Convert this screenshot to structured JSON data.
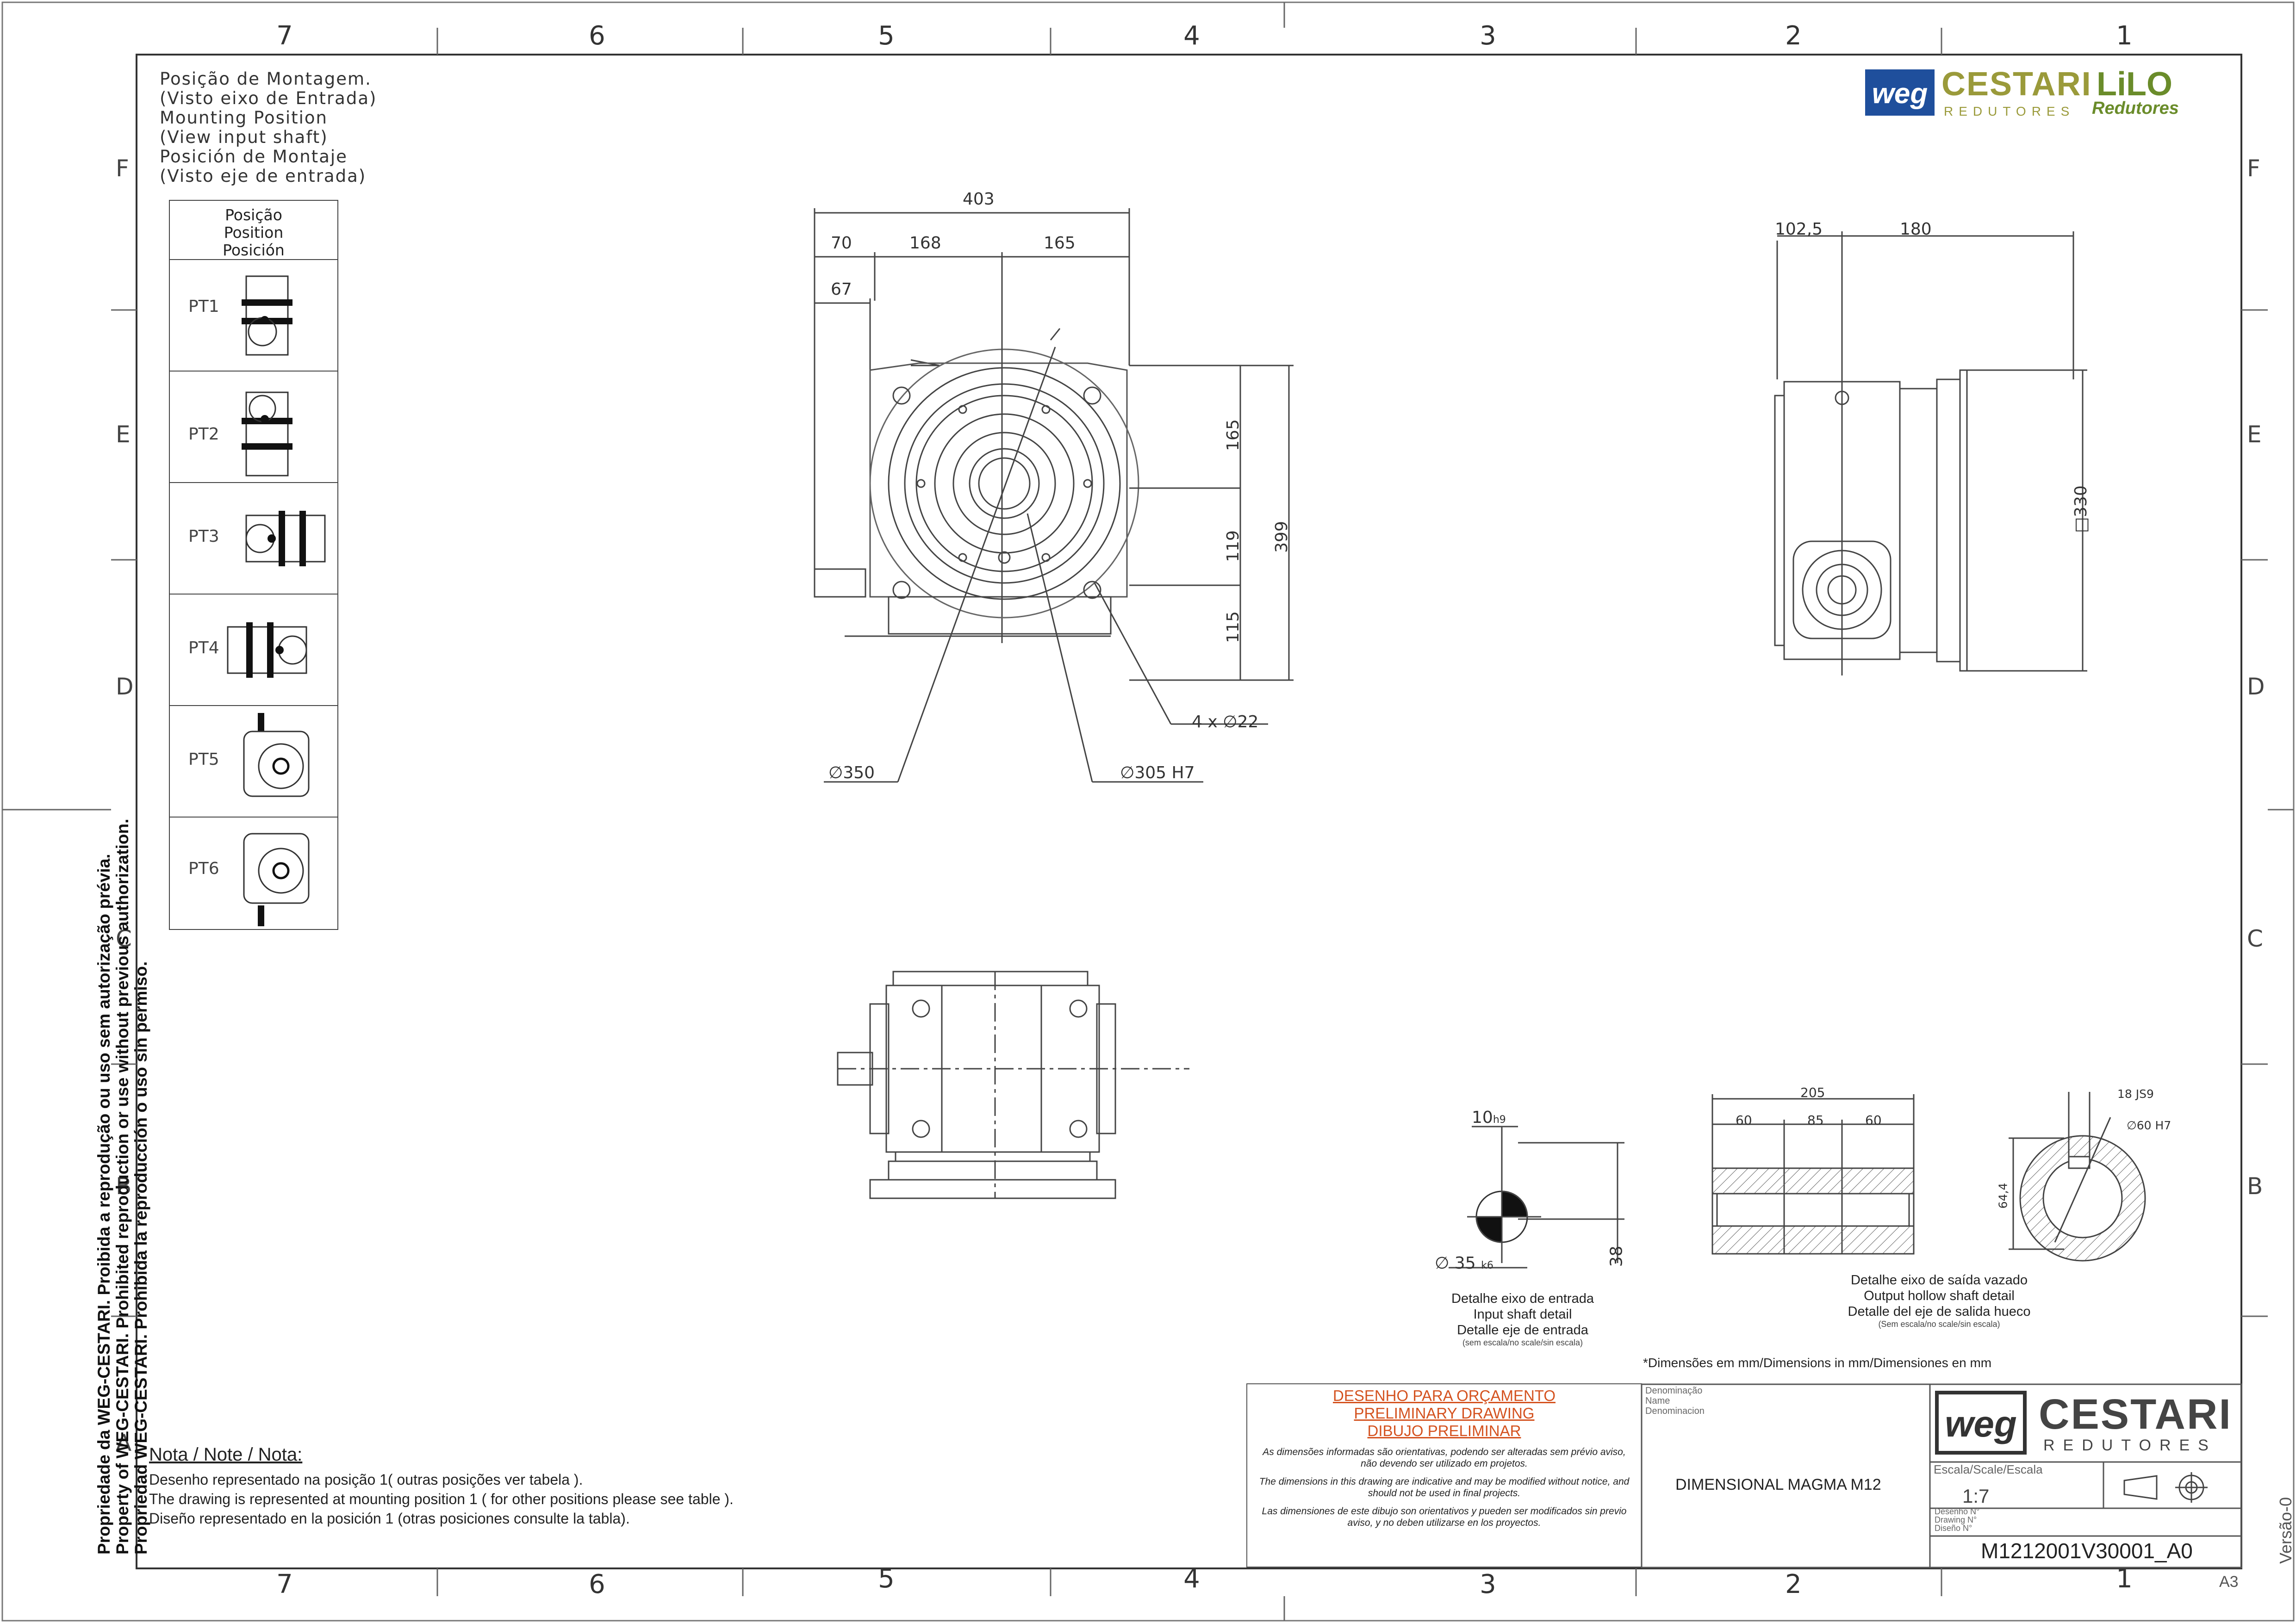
{
  "zones": {
    "columns": [
      "7",
      "6",
      "5",
      "4",
      "3",
      "2",
      "1"
    ],
    "rows": [
      "F",
      "E",
      "D",
      "C",
      "B",
      "A"
    ]
  },
  "mounting": {
    "title_lines": [
      "Posição de Montagem.",
      "(Visto eixo de Entrada)",
      "Mounting Position",
      "(View input shaft)",
      "Posición de Montaje",
      "(Visto eje de entrada)"
    ],
    "header_lines": [
      "Posição",
      "Position",
      "Posición"
    ],
    "positions": [
      "PT1",
      "PT2",
      "PT3",
      "PT4",
      "PT5",
      "PT6"
    ]
  },
  "logo": {
    "brand": "CESTARI",
    "brand_sub": "REDUTORES",
    "lilo": "LiLO",
    "lilo_sub": "Redutores",
    "brand_color": "#9a9a3a",
    "weg_color": "#1f4f9c",
    "lilo_color": "#6a8c2a"
  },
  "front_view": {
    "dims": {
      "overall_width": "403",
      "left_70": "70",
      "mid_168": "168",
      "right_165": "165",
      "left_67": "67",
      "v165": "165",
      "v119": "119",
      "v399": "399",
      "v115": "115",
      "holes": "4 x ∅22",
      "d350": "∅350",
      "d305": "∅305 H7"
    }
  },
  "side_view": {
    "dims": {
      "w1025": "102,5",
      "w180": "180",
      "sq330": "□330"
    }
  },
  "input_detail": {
    "key": "10",
    "key_tol": "h9",
    "diameter": "∅ 35",
    "dia_tol": "k6",
    "height": "38",
    "caption_lines": [
      "Detalhe eixo de entrada",
      "Input shaft detail",
      "Detalle eje de entrada"
    ],
    "caption_sub": "(sem escala/no scale/sin escala)"
  },
  "output_detail": {
    "total": "205",
    "a": "60",
    "b": "85",
    "c": "60",
    "key": "18 JS9",
    "bore": "∅60 H7",
    "depth": "64,4",
    "caption_lines": [
      "Detalhe eixo de saída vazado",
      "Output hollow shaft detail",
      "Detalle del eje de salida hueco"
    ],
    "caption_sub": "(Sem escala/no scale/sin escala)"
  },
  "dimensions_note": "*Dimensões em mm/Dimensions in mm/Dimensiones en mm",
  "note": {
    "title": "Nota / Note / Nota:",
    "lines": [
      "Desenho representado na posição 1( outras posições ver tabela ).",
      "The drawing is represented at mounting position 1 ( for other positions please see table ).",
      "Diseño representado en la posición 1 (otras posiciones consulte la tabla)."
    ]
  },
  "preliminary": {
    "title_lines": [
      "DESENHO PARA ORÇAMENTO",
      "PRELIMINARY DRAWING",
      "DIBUJO PRELIMINAR"
    ],
    "texts": [
      "As dimensões informadas são orientativas, podendo ser alteradas sem prévio aviso, não devendo ser utilizado em projetos.",
      "The dimensions in this drawing are indicative and may be modified without notice, and should not be used in final projects.",
      "Las dimensiones de este dibujo son orientativos y pueden ser modificados sin previo aviso, y no deben utilizarse en los proyectos."
    ],
    "color": "#d4521f"
  },
  "title_block": {
    "denomination_labels": [
      "Denominação",
      "Name",
      "Denominacion"
    ],
    "name": "DIMENSIONAL MAGMA M12",
    "scale_label": "Escala/Scale/Escala",
    "scale": "1:7",
    "drawing_labels": [
      "Desenho N°",
      "Drawing N°",
      "Diseño N°"
    ],
    "drawing_number": "M1212001V30001_A0",
    "version": "Versão-0",
    "sheet_size": "A3"
  },
  "property_lines": [
    "Propriedade da WEG-CESTARI. Proibida a reprodução ou uso sem autorização prévia.",
    "Property of WEG-CESTARI. Prohibited reproduction or use without previous authorization.",
    "Propriedad WEG-CESTARI. Prohibida la reproducción o uso sin permiso."
  ]
}
